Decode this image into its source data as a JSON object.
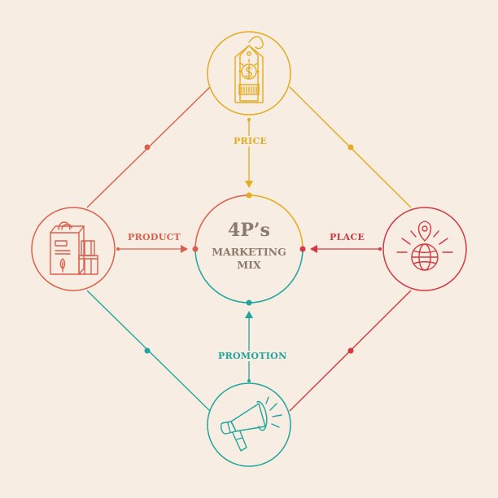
{
  "center": {
    "title": "4P’s",
    "line1": "MARKETING",
    "line2": "MIX"
  },
  "nodes": {
    "price": {
      "label": "PRICE",
      "icon": "price-tag-icon"
    },
    "product": {
      "label": "PRODUCT",
      "icon": "shopping-bag-icon"
    },
    "place": {
      "label": "PLACE",
      "icon": "globe-location-icon"
    },
    "promotion": {
      "label": "PROMOTION",
      "icon": "megaphone-icon"
    }
  },
  "colors": {
    "background": "#f8ede2",
    "price": "#e3ab1f",
    "product": "#dc5f4c",
    "place": "#d1393f",
    "promotion": "#1ea69e",
    "center_text": "#8a7b6c"
  }
}
